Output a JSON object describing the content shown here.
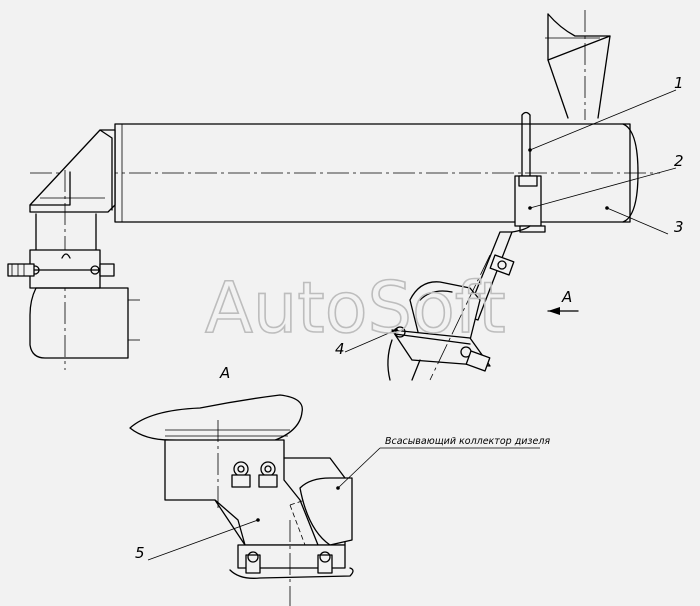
{
  "callouts": {
    "c1": "1",
    "c2": "2",
    "c3": "3",
    "c4": "4",
    "c5": "5"
  },
  "view_arrow_label": "А",
  "view_title": "А",
  "note_text": "Всасывающий коллектор дизеля",
  "watermark": "AutoSoft"
}
